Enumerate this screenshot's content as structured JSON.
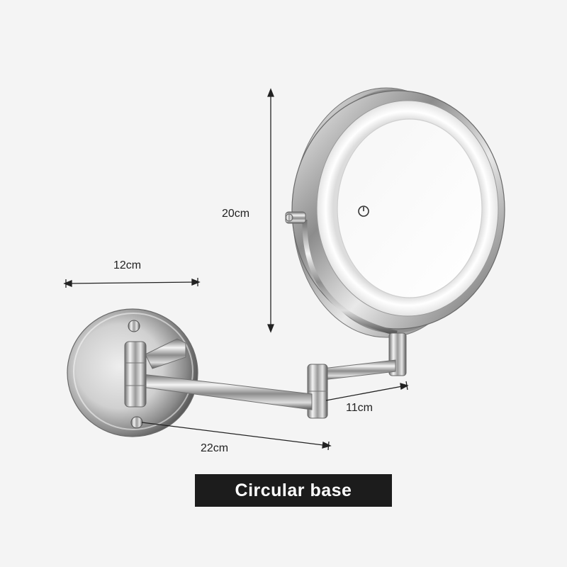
{
  "product": {
    "name": "Wall-mounted extendable LED makeup mirror",
    "finish": "chrome"
  },
  "dimensions": {
    "height_label": "20cm",
    "base_width_label": "12cm",
    "short_arm_label": "11cm",
    "long_arm_label": "22cm"
  },
  "caption": {
    "text": "Circular base"
  },
  "icons": {
    "touch_button": "power-icon"
  },
  "colors": {
    "background": "#f4f4f4",
    "caption_bg": "#1c1c1c",
    "caption_text": "#ffffff",
    "chrome_light": "#f2f2f2",
    "chrome_dark": "#6a6a6a",
    "led_glow": "#fbfbfb"
  }
}
